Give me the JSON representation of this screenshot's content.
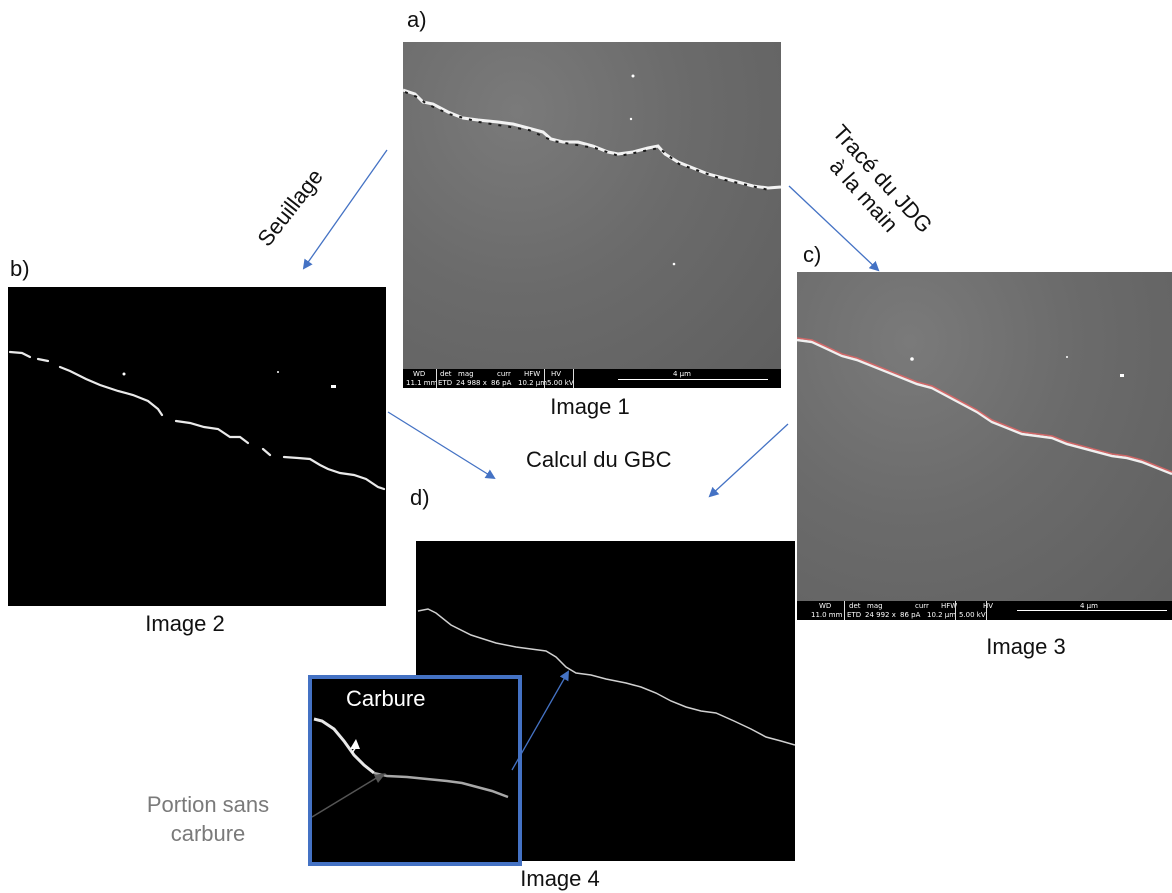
{
  "panels": {
    "a": {
      "letter": "a)",
      "caption": "Image 1"
    },
    "b": {
      "letter": "b)",
      "caption": "Image 2"
    },
    "c": {
      "letter": "c)",
      "caption": "Image 3"
    },
    "d": {
      "letter": "d)",
      "caption": "Image 4"
    }
  },
  "arrows": {
    "seuillage": "Seuillage",
    "trace_line1": "Tracé du JDG",
    "trace_line2": "à la main",
    "calcul": "Calcul du GBC"
  },
  "inset": {
    "carbure": "Carbure",
    "portion_line1": "Portion sans",
    "portion_line2": "carbure"
  },
  "sem_bar_a": {
    "wd": "WD",
    "wd_val": "11.1 mm",
    "det": "det",
    "det_val": "ETD",
    "mag": "mag",
    "mag_val": "24 988 x",
    "curr": "curr",
    "curr_val": "86 pA",
    "hfw": "HFW",
    "hfw_val": "10.2 µm",
    "hv": "HV",
    "hv_val": "5.00 kV",
    "scale": "4 µm"
  },
  "sem_bar_c": {
    "wd": "WD",
    "wd_val": "11.0 mm",
    "det": "det",
    "det_val": "ETD",
    "mag": "mag",
    "mag_val": "24 992 x",
    "curr": "curr",
    "curr_val": "86 pA",
    "hfw": "HFW",
    "hfw_val": "10.2 µm",
    "hv": "HV",
    "hv_val": "5.00 kV",
    "scale": "4 µm"
  },
  "colors": {
    "arrow": "#4472c4",
    "inset_border": "#4472c4",
    "traced_line": "#e06666"
  }
}
